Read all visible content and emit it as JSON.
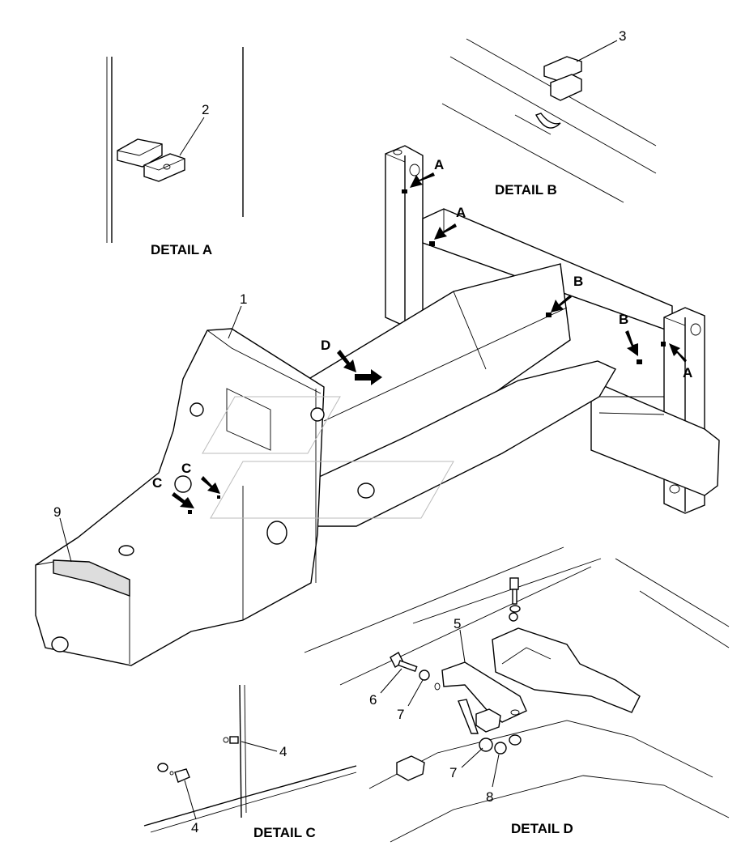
{
  "details": {
    "a": "DETAIL A",
    "b": "DETAIL B",
    "c": "DETAIL C",
    "d": "DETAIL D"
  },
  "callouts": {
    "p1": "1",
    "p2": "2",
    "p3": "3",
    "p4a": "4",
    "p4b": "4",
    "p5": "5",
    "p6": "6",
    "p7a": "7",
    "p7b": "7",
    "p8": "8",
    "p9": "9"
  },
  "arrows": {
    "a1": "A",
    "a2": "A",
    "a3": "A",
    "b1": "B",
    "b2": "B",
    "c1": "C",
    "c2": "C",
    "d1": "D"
  }
}
